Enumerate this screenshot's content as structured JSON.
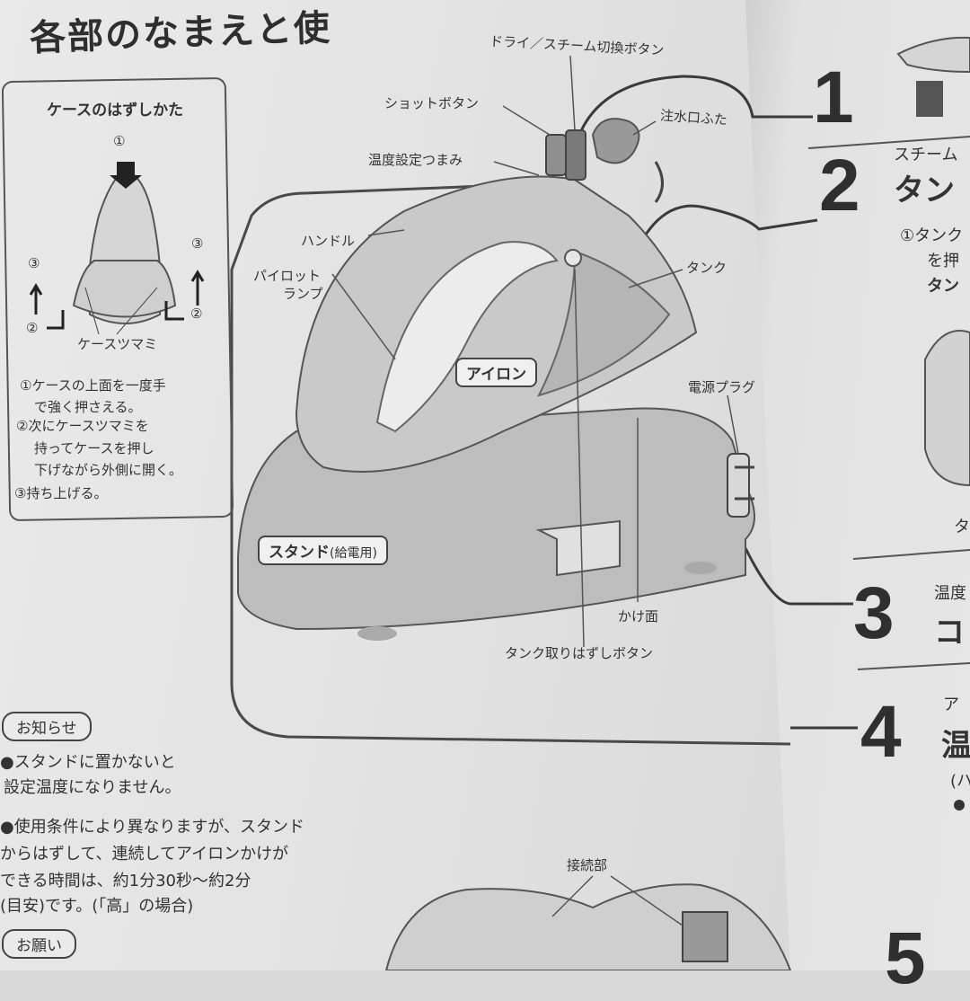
{
  "section_title": "各部のなまえと使",
  "case_box": {
    "title": "ケースのはずしかた",
    "num1": "①",
    "num2_left": "②",
    "num2_right": "②",
    "num3_left": "③",
    "num3_right": "③",
    "knob_label": "ケースツマミ",
    "step1a": "①ケースの上面を一度手",
    "step1b": "で強く押さえる。",
    "step2a": "②次にケースツマミを",
    "step2b": "持ってケースを押し",
    "step2c": "下げながら外側に開く。",
    "step3": "③持ち上げる。"
  },
  "parts": {
    "dry_steam_button": "ドライ／スチーム切換ボタン",
    "shot_button": "ショットボタン",
    "water_cap": "注水口ふた",
    "temp_knob": "温度設定つまみ",
    "handle": "ハンドル",
    "pilot_lamp_1": "パイロット",
    "pilot_lamp_2": "ランプ",
    "tank": "タンク",
    "iron": "アイロン",
    "power_plug": "電源プラグ",
    "stand": "スタンド",
    "stand_note": "(給電用)",
    "ironing_surface": "かけ面",
    "tank_release": "タンク取りはずしボタン",
    "connector": "接続部"
  },
  "notice": {
    "label": "お知らせ",
    "line1": "●スタンドに置かないと",
    "line2": "設定温度になりません。",
    "line3": "●使用条件により異なりますが、スタンド",
    "line4": "からはずして、連続してアイロンかけが",
    "line5": "できる時間は、約1分30秒〜約2分",
    "line6": "(目安)です。(「高」の場合)"
  },
  "request": {
    "label": "お願い"
  },
  "right_page": {
    "step1": "1",
    "step2": "2",
    "step2_text": "スチーム",
    "step2_bold": "タン",
    "step2_sub1": "①タンク",
    "step2_sub2": "を押",
    "step2_sub3": "タン",
    "step2_caption": "タ",
    "step3": "3",
    "step3_text": "温度",
    "step3_bold": "コ",
    "step4": "4",
    "step4_text": "ア",
    "step4_bold": "温",
    "step4_sub": "(ハ",
    "step5": "5"
  }
}
